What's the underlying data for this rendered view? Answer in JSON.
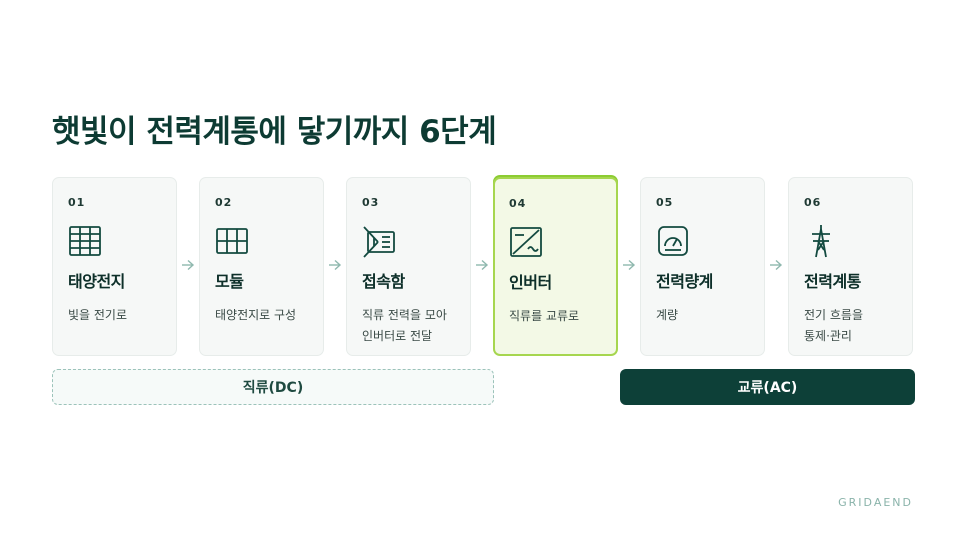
{
  "title": "햇빛이 전력계통에 닿기까지 6단계",
  "steps": [
    {
      "num": "01",
      "icon": "solar-cell-icon",
      "name": "태양전지",
      "desc": [
        "빛을 전기로"
      ]
    },
    {
      "num": "02",
      "icon": "module-grid-icon",
      "name": "모듈",
      "desc": [
        "태양전지로 구성"
      ]
    },
    {
      "num": "03",
      "icon": "junction-box-icon",
      "name": "접속함",
      "desc": [
        "직류 전력을 모아",
        "인버터로 전달"
      ]
    },
    {
      "num": "04",
      "icon": "inverter-icon",
      "name": "인버터",
      "desc": [
        "직류를 교류로"
      ],
      "active": true
    },
    {
      "num": "05",
      "icon": "meter-gauge-icon",
      "name": "전력량계",
      "desc": [
        "계량"
      ]
    },
    {
      "num": "06",
      "icon": "transmission-tower-icon",
      "name": "전력계통",
      "desc": [
        "전기 흐름을",
        "통제·관리"
      ]
    }
  ],
  "bands": {
    "dc": "직류(DC)",
    "ac": "교류(AC)"
  },
  "brand": "GRIDAEND",
  "colors": {
    "dark_green": "#0d4038",
    "active_border": "#a6d64f",
    "active_bg": "#f3f9e6",
    "arrow": "#8fb8ae"
  }
}
